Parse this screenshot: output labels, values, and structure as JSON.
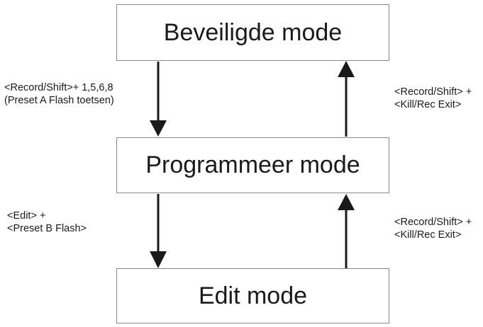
{
  "states": {
    "top": "Beveiligde mode",
    "middle": "Programmeer mode",
    "bottom": "Edit mode"
  },
  "transitions": {
    "top_to_middle": {
      "line1": "<Record/Shift>+ 1,5,6,8",
      "line2": "(Preset A Flash toetsen)"
    },
    "middle_to_top": {
      "line1": "<Record/Shift> +",
      "line2": "<Kill/Rec Exit>"
    },
    "middle_to_bottom": {
      "line1": "<Edit> +",
      "line2": "<Preset B Flash>"
    },
    "bottom_to_middle": {
      "line1": "<Record/Shift> +",
      "line2": "<Kill/Rec Exit>"
    }
  },
  "colors": {
    "arrow": "#1a1a1a",
    "box_border": "#8a8a8a"
  }
}
